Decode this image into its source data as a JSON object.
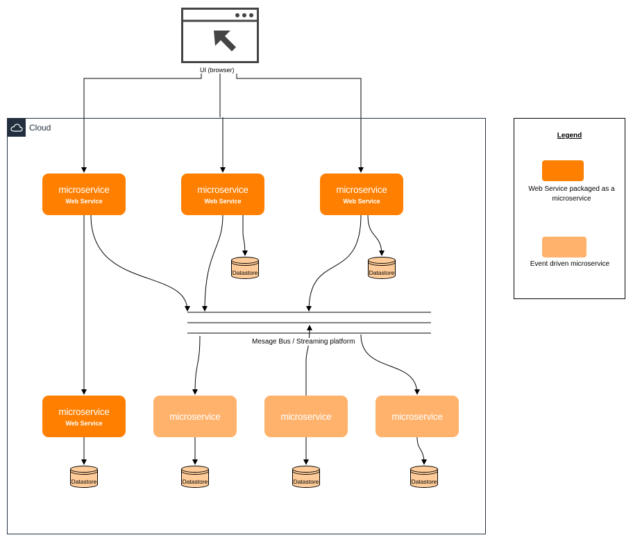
{
  "cloud": {
    "label": "Cloud"
  },
  "ui": {
    "label": "UI (browser)"
  },
  "bus": {
    "label": "Mesage Bus / Streaming platform"
  },
  "web_services": [
    {
      "title": "microservice",
      "subtitle": "Web Service"
    },
    {
      "title": "microservice",
      "subtitle": "Web Service"
    },
    {
      "title": "microservice",
      "subtitle": "Web Service"
    },
    {
      "title": "microservice",
      "subtitle": "Web Service"
    }
  ],
  "event_services": [
    {
      "title": "microservice"
    },
    {
      "title": "microservice"
    },
    {
      "title": "microservice"
    }
  ],
  "datastores": [
    "Datastore",
    "Datastore",
    "Datastore",
    "Datastore",
    "Datastore",
    "Datastore"
  ],
  "legend": {
    "title": "Legend",
    "web_service_text": "Web Service packaged as a microservice",
    "event_text": "Event driven microservice"
  },
  "colors": {
    "web_service": "#ff7f00",
    "event_service": "#ffb26b",
    "datastore_fill": "#ffcc99",
    "cloud_border": "#232f3e"
  }
}
